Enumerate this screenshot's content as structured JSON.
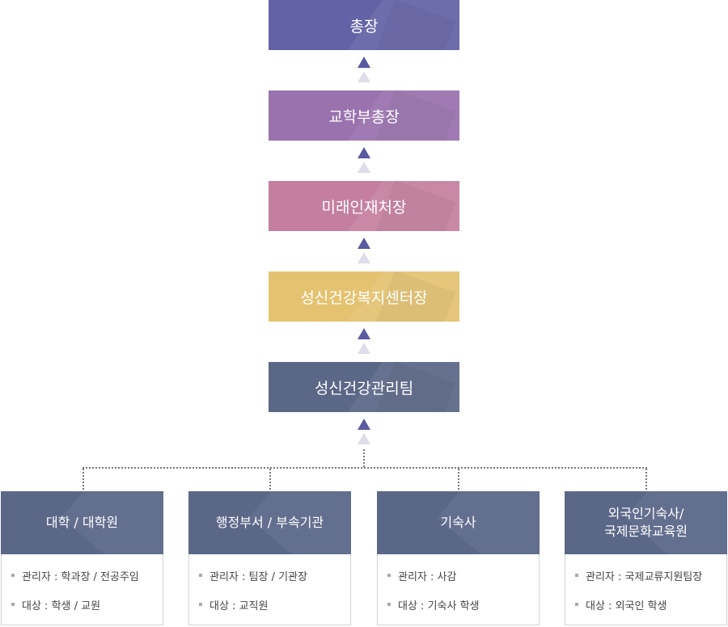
{
  "chain": [
    {
      "label": "총장",
      "color": "#6462a6"
    },
    {
      "label": "교학부총장",
      "color": "#9972ae"
    },
    {
      "label": "미래인재처장",
      "color": "#c47fa0"
    },
    {
      "label": "성신건강복지센터장",
      "color": "#e4c270"
    },
    {
      "label": "성신건강관리팀",
      "color": "#5a6787"
    }
  ],
  "columns": [
    {
      "title": "대학 / 대학원",
      "manager": "관리자 : 학과장 / 전공주임",
      "target": "대상 : 학생 / 교원"
    },
    {
      "title": "행정부서 / 부속기관",
      "manager": "관리자 : 팀장 / 기관장",
      "target": "대상 : 교직원"
    },
    {
      "title": "기숙사",
      "manager": "관리자 : 사감",
      "target": "대상 : 기숙사 학생"
    },
    {
      "title": "외국인기숙사/\n국제문화교육원",
      "manager": "관리자 : 국제교류지원팀장",
      "target": "대상 : 외국인 학생"
    }
  ]
}
